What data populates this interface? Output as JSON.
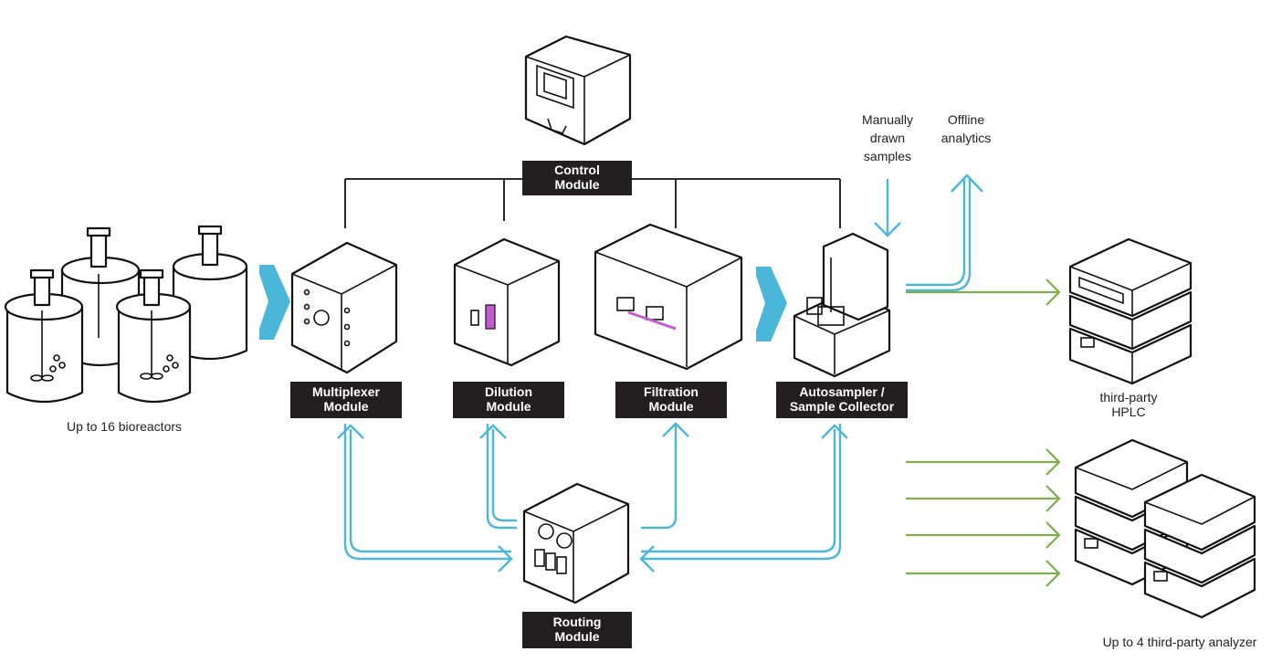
{
  "modules": {
    "control": [
      "Control",
      "Module"
    ],
    "multiplexer": [
      "Multiplexer",
      "Module"
    ],
    "dilution": [
      "Dilution",
      "Module"
    ],
    "filtration": [
      "Filtration",
      "Module"
    ],
    "autosampler": [
      "Autosampler /",
      "Sample Collector"
    ],
    "routing": [
      "Routing",
      "Module"
    ]
  },
  "labels": {
    "bioreactors": "Up to 16 bioreactors",
    "manual": [
      "Manually",
      "drawn",
      "samples"
    ],
    "offline": [
      "Offline",
      "analytics"
    ],
    "hplc": [
      "third-party",
      "HPLC"
    ],
    "analyzer": "Up to 4 third-party analyzer"
  },
  "colors": {
    "flow_blue": "#4ab7d9",
    "output_green": "#7cae4a",
    "label_bg": "#231f20",
    "highlight": "#c45bd0"
  }
}
